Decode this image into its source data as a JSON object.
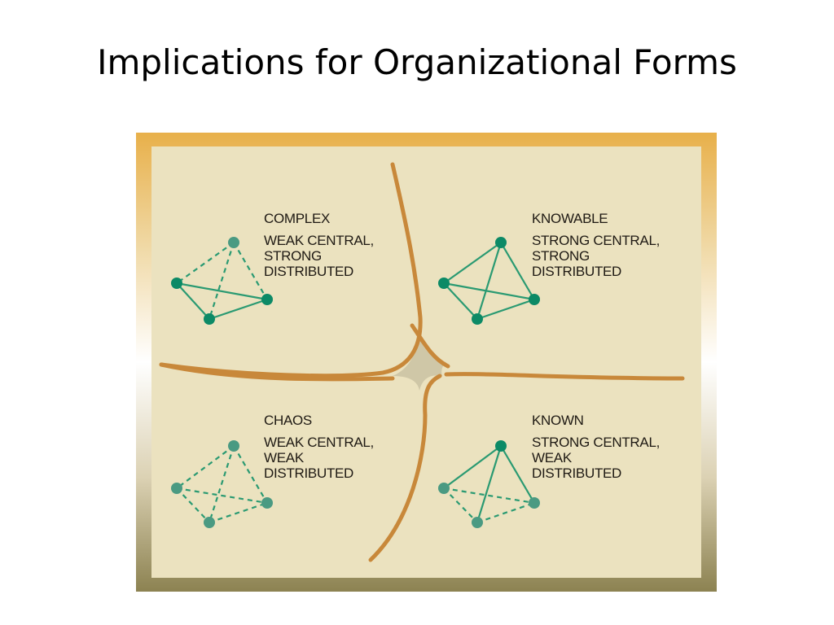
{
  "slide": {
    "title": "Implications for Organizational Forms"
  },
  "quadrants": {
    "complex": {
      "name": "COMPLEX",
      "description": "WEAK CENTRAL,\nSTRONG\nDISTRIBUTED"
    },
    "knowable": {
      "name": "KNOWABLE",
      "description": "STRONG CENTRAL,\nSTRONG\nDISTRIBUTED"
    },
    "chaos": {
      "name": "CHAOS",
      "description": "WEAK CENTRAL,\nWEAK\nDISTRIBUTED"
    },
    "known": {
      "name": "KNOWN",
      "description": "STRONG CENTRAL,\nWEAK\nDISTRIBUTED"
    }
  },
  "networks": [
    {
      "quadrant": "complex",
      "central": "weak",
      "distributed": "strong"
    },
    {
      "quadrant": "knowable",
      "central": "strong",
      "distributed": "strong"
    },
    {
      "quadrant": "chaos",
      "central": "weak",
      "distributed": "weak"
    },
    {
      "quadrant": "known",
      "central": "strong",
      "distributed": "weak"
    }
  ],
  "colors": {
    "frame_top": "#e8b04a",
    "frame_bottom": "#8c8251",
    "panel": "#ebe2bf",
    "boundary": "#c8883a",
    "center": "#cfc7a7",
    "node": "#0c8a66",
    "edge": "#2a9a72"
  }
}
